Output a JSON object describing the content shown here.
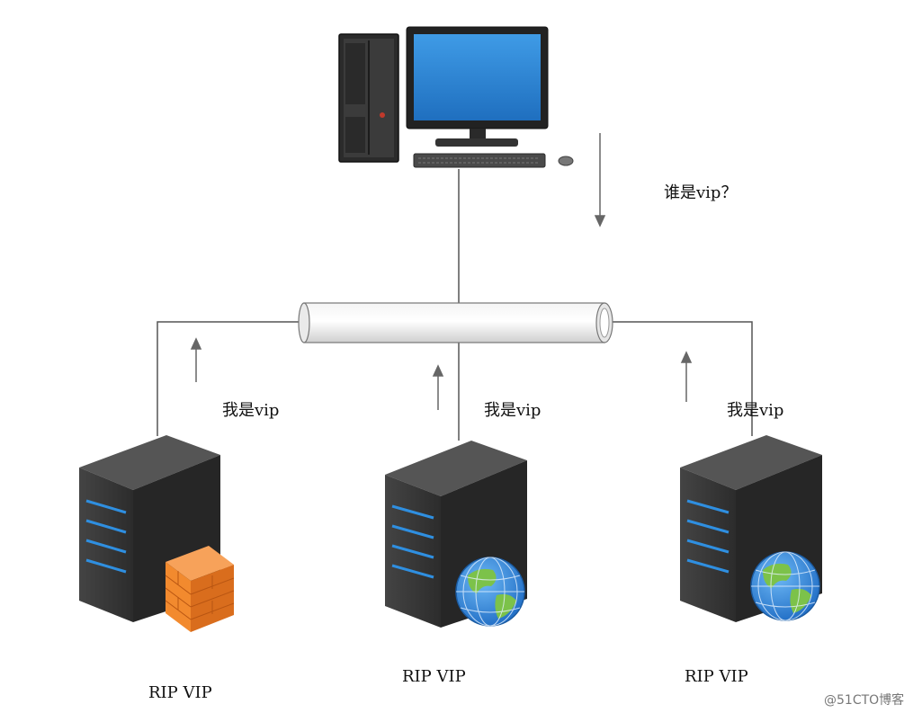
{
  "labels": {
    "client_query": "谁是vip？",
    "reply_left": "我是vip",
    "reply_center": "我是vip",
    "reply_right": "我是vip",
    "server_left": "RIP VIP",
    "server_center": "RIP VIP",
    "server_right": "RIP VIP"
  },
  "watermark": "@51CTO博客",
  "icons": {
    "client": "desktop-computer-icon",
    "bus": "network-pipe-icon",
    "server_left": "server-firewall-icon",
    "server_center": "server-globe-icon",
    "server_right": "server-globe-icon"
  },
  "colors": {
    "line": "#555555",
    "server_body": "#3a3a3a",
    "server_led": "#2f8fe0",
    "firewall": "#f28a2e",
    "globe_ocean": "#3a8fe0",
    "globe_land": "#7cc24a",
    "monitor_screen": "#2f86d6"
  }
}
